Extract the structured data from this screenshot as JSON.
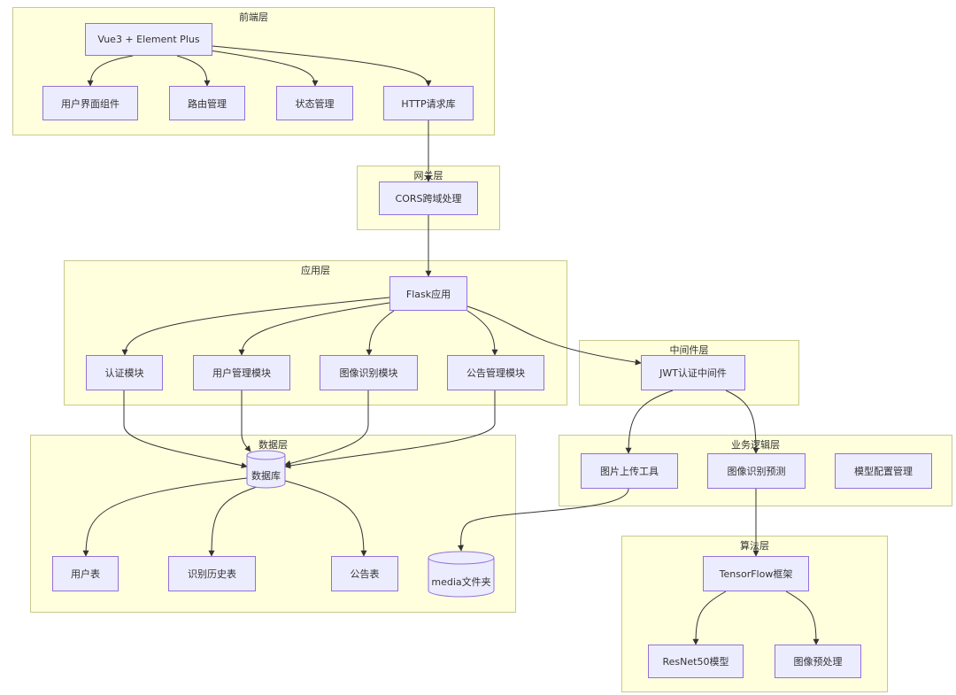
{
  "clusters": {
    "frontend": "前端层",
    "gateway": "网关层",
    "app": "应用层",
    "middleware": "中间件层",
    "data": "数据层",
    "business": "业务逻辑层",
    "algorithm": "算法层"
  },
  "nodes": {
    "vue": "Vue3 + Element Plus",
    "ui": "用户界面组件",
    "router": "路由管理",
    "state": "状态管理",
    "http": "HTTP请求库",
    "cors": "CORS跨域处理",
    "flask": "Flask应用",
    "auth": "认证模块",
    "usermgmt": "用户管理模块",
    "imgrec": "图像识别模块",
    "notice": "公告管理模块",
    "jwt": "JWT认证中间件",
    "db": "数据库",
    "usertable": "用户表",
    "histtable": "识别历史表",
    "noticetable": "公告表",
    "media": "media文件夹",
    "upload": "图片上传工具",
    "predict": "图像识别预测",
    "modelcfg": "模型配置管理",
    "tf": "TensorFlow框架",
    "resnet": "ResNet50模型",
    "preprocess": "图像预处理"
  },
  "colors": {
    "cluster_fill": "#ffffde",
    "cluster_border": "#c9c98f",
    "node_fill": "#ececff",
    "node_border": "#9370db",
    "edge": "#333333"
  }
}
